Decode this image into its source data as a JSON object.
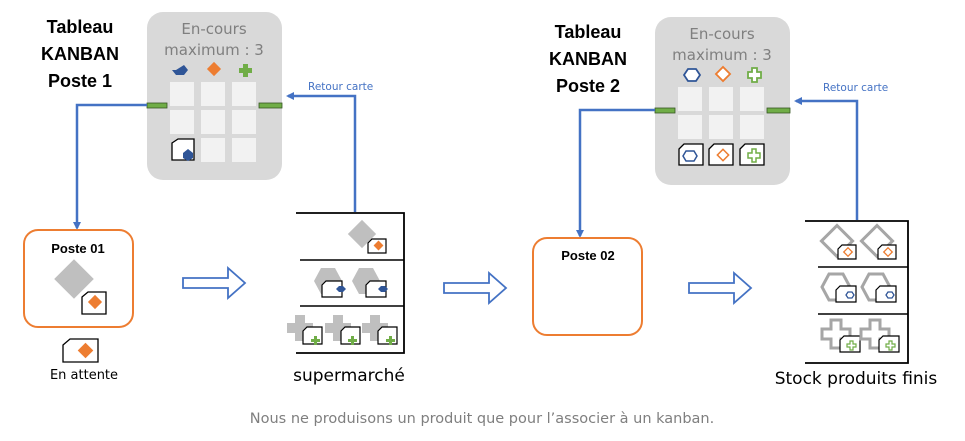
{
  "board1": {
    "title_line1": "Tableau",
    "title_line2": "KANBAN",
    "title_line3": "Poste 1",
    "limit_line1": "En-cours",
    "limit_line2": "maximum : 3",
    "return_label": "Retour carte"
  },
  "board2": {
    "title_line1": "Tableau",
    "title_line2": "KANBAN",
    "title_line3": "Poste 2",
    "limit_line1": "En-cours",
    "limit_line2": "maximum : 3",
    "return_label": "Retour carte"
  },
  "station1": {
    "label": "Poste 01",
    "waiting_label": "En attente"
  },
  "supermarket": {
    "label": "supermarché"
  },
  "station2": {
    "label": "Poste 02"
  },
  "finished_stock": {
    "label": "Stock produits finis"
  },
  "caption": "Nous ne produisons un produit que pour l’associer à un kanban.",
  "colors": {
    "blue": "#4472c4",
    "dark_blue": "#2f5597",
    "orange": "#ed7d31",
    "green": "#70ad47",
    "board_gray": "#d9d9d9",
    "cell_white": "#f2f2f2",
    "part_gray": "#bfbfbf"
  }
}
